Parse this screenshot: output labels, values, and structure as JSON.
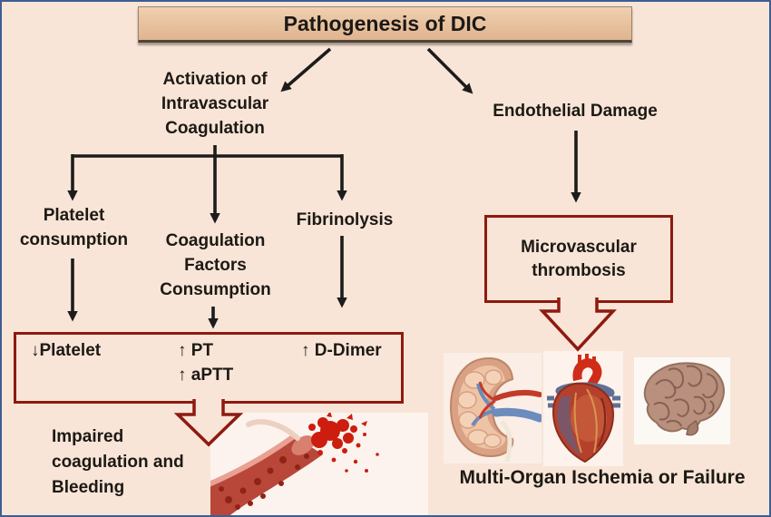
{
  "title": "Pathogenesis of DIC",
  "left": {
    "root": "Activation of\nIntravascular\nCoagulation",
    "platelet_consumption": "Platelet\nconsumption",
    "coagulation_factors": "Coagulation\nFactors\nConsumption",
    "fibrinolysis": "Fibrinolysis",
    "lab": {
      "platelet": "↓Platelet",
      "pt": "↑ PT",
      "aptt": "↑ aPTT",
      "ddimer": "↑ D-Dimer"
    },
    "outcome": "Impaired\ncoagulation and\nBleeding"
  },
  "right": {
    "root": "Endothelial Damage",
    "box": "Microvascular\nthrombosis",
    "outcome": "Multi-Organ Ischemia or Failure"
  },
  "images": {
    "bleeding_vessel": "ruptured bleeding blood vessel",
    "organs": [
      "kidney",
      "heart",
      "brain"
    ]
  },
  "colors": {
    "background": "#f8e5d7",
    "frame_border": "#3e5e92",
    "title_fill": "#e6bd99",
    "outline_red": "#8e1a10",
    "arrow_black": "#1c1c1c",
    "blood_red": "#cc1d0e"
  }
}
